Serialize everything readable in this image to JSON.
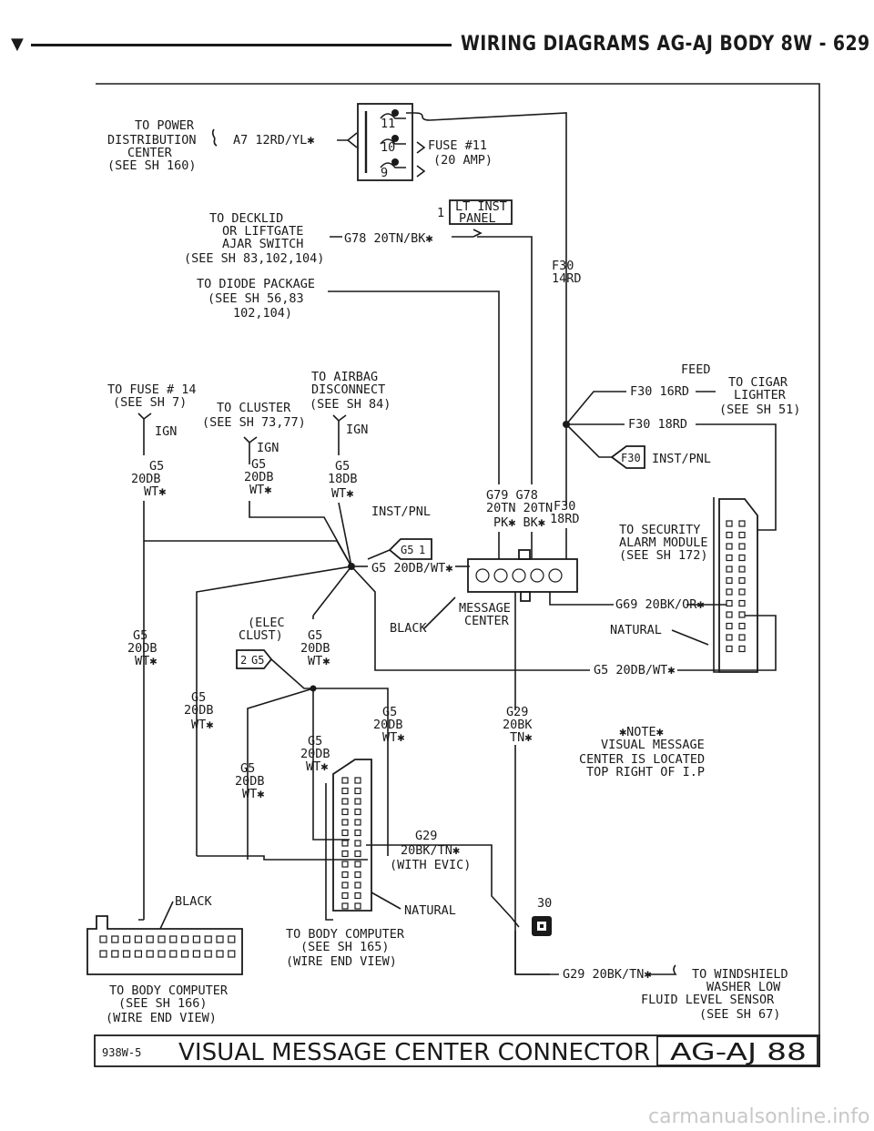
{
  "header": {
    "arrow": "▼",
    "title": "WIRING DIAGRAMS AG-AJ BODY 8W - 629"
  },
  "labels": {
    "power_dist": [
      "TO POWER",
      "DISTRIBUTION",
      "CENTER",
      "(SEE SH 160)"
    ],
    "a7_wire": "A7 12RD/YL✱",
    "fuse_pins": [
      "11",
      "10",
      "9"
    ],
    "fuse_label": [
      "FUSE #11",
      "(20 AMP)"
    ],
    "lt_inst": {
      "pin": "1",
      "name": [
        "LT INST",
        "PANEL"
      ]
    },
    "decklid": [
      "TO DECKLID",
      "OR LIFTGATE",
      "AJAR SWITCH",
      "(SEE SH 83,102,104)"
    ],
    "g78_wire": "G78 20TN/BK✱",
    "f30_14rd": [
      "F30",
      "14RD"
    ],
    "diode": [
      "TO DIODE PACKAGE",
      "(SEE SH 56,83",
      "102,104)"
    ],
    "feed": "FEED",
    "f30_16rd": "F30 16RD",
    "cigar": [
      "TO CIGAR",
      "LIGHTER",
      "(SEE SH 51)"
    ],
    "f30_18rd": "F30 18RD",
    "f30_badge": "F30",
    "inst_pnl": "INST/PNL",
    "fuse14": [
      "TO FUSE # 14",
      "(SEE SH 7)"
    ],
    "ign": "IGN",
    "cluster": [
      "TO CLUSTER",
      "(SEE SH 73,77)"
    ],
    "airbag": [
      "TO AIRBAG",
      "DISCONNECT",
      "(SEE SH 84)"
    ],
    "g5_20db": [
      "G5",
      "20DB",
      "WT✱"
    ],
    "g5_18db": [
      "G5",
      "18DB",
      "WT✱"
    ],
    "g79_g78": [
      "G79 G78",
      "20TN 20TN",
      "PK✱ BK✱"
    ],
    "f30_18rd_v": [
      "F30",
      "18RD"
    ],
    "inst_pnl_splice": "INST/PNL",
    "g5_badge": [
      "G5",
      "1"
    ],
    "g5_20db_wt": "G5 20DB/WT✱",
    "security": [
      "TO SECURITY",
      "ALARM MODULE",
      "(SEE SH 172)"
    ],
    "g69_wire": "G69 20BK/OR✱",
    "natural": "NATURAL",
    "elec_clust": [
      "(ELEC",
      "CLUST)"
    ],
    "g5_2": [
      "2",
      "G5"
    ],
    "black": "BLACK",
    "message_center": [
      "MESSAGE",
      "CENTER"
    ],
    "g5_20db_wt_bottom": "G5 20DB/WT✱",
    "g29_20bk": [
      "G29",
      "20BK",
      "TN✱"
    ],
    "note": [
      "✱NOTE✱",
      "VISUAL MESSAGE",
      "CENTER IS LOCATED",
      "TOP RIGHT OF I.P"
    ],
    "g29_evic": [
      "G29",
      "20BK/TN✱",
      "(WITH EVIC)"
    ],
    "natural2": "NATURAL",
    "black2": "BLACK",
    "body_computer_165": [
      "TO BODY COMPUTER",
      "(SEE SH 165)",
      "(WIRE END VIEW)"
    ],
    "body_computer_166": [
      "TO BODY COMPUTER",
      "(SEE SH 166)",
      "(WIRE END VIEW)"
    ],
    "pin30": "30",
    "g29_washer": "G29 20BK/TN✱",
    "washer": [
      "TO WINDSHIELD",
      "WASHER LOW",
      "FLUID LEVEL SENSOR",
      "(SEE SH 67)"
    ]
  },
  "footer": {
    "code": "938W-5",
    "caption": "VISUAL MESSAGE CENTER CONNECTOR",
    "box": "AG-AJ 88"
  },
  "watermark": "carmanualsonline.info"
}
